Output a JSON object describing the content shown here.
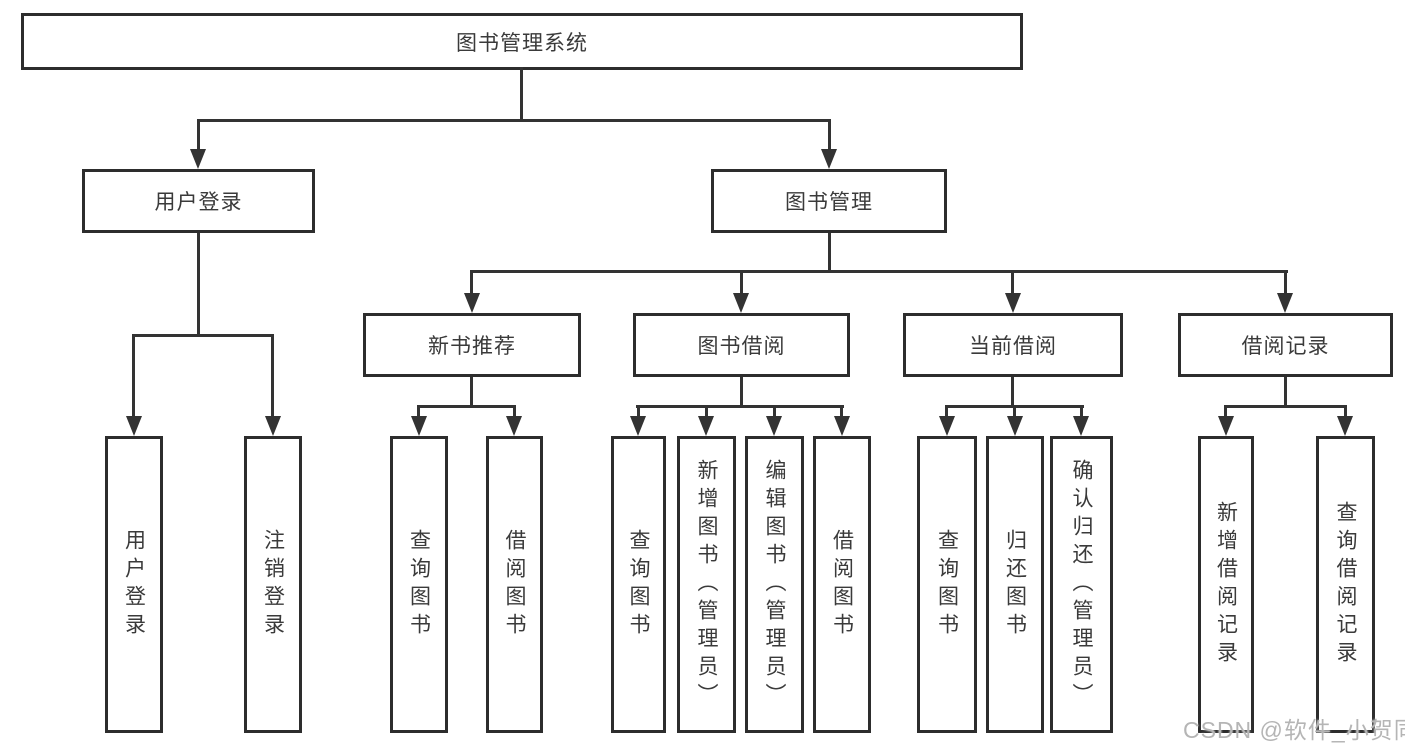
{
  "diagram": {
    "root": {
      "label": "图书管理系统"
    },
    "level1": {
      "user_login": {
        "label": "用户登录"
      },
      "book_management": {
        "label": "图书管理"
      }
    },
    "level2": {
      "new_book_recommend": {
        "label": "新书推荐"
      },
      "book_borrow": {
        "label": "图书借阅"
      },
      "current_borrow": {
        "label": "当前借阅"
      },
      "borrow_records": {
        "label": "借阅记录"
      }
    },
    "level3": {
      "user_login": [
        {
          "label": "用户登录"
        },
        {
          "label": "注销登录"
        }
      ],
      "new_book_recommend": [
        {
          "label": "查询图书"
        },
        {
          "label": "借阅图书"
        }
      ],
      "book_borrow": [
        {
          "label": "查询图书"
        },
        {
          "label": "新增图书（管理员）"
        },
        {
          "label": "编辑图书（管理员）"
        },
        {
          "label": "借阅图书"
        }
      ],
      "current_borrow": [
        {
          "label": "查询图书"
        },
        {
          "label": "归还图书"
        },
        {
          "label": "确认归还（管理员）"
        }
      ],
      "borrow_records": [
        {
          "label": "新增借阅记录"
        },
        {
          "label": "查询借阅记录"
        }
      ]
    }
  },
  "watermark": {
    "label": "CSDN @软件_小贺同学"
  },
  "colors": {
    "line": "#333333",
    "box_border": "#2d2d2d",
    "box_background": "#ffffff",
    "text": "#3a3a3a",
    "watermark": "#b5b5b5",
    "page_background": "#ffffff"
  }
}
